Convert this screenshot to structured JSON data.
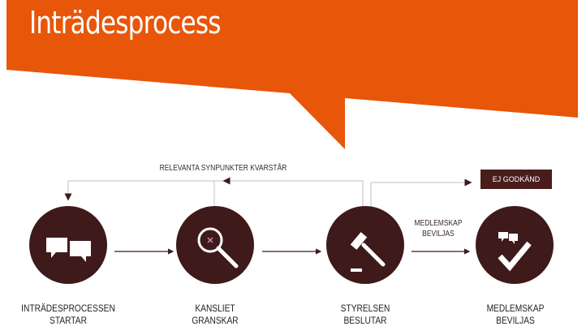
{
  "title": "Inträdesprocess",
  "colors": {
    "accent": "#e8560a",
    "circle": "#3f1a1a",
    "line": "#d9d4d4"
  },
  "feedback_label": "RELEVANTA SYNPUNKTER KVARSTÅR",
  "rejected_label": "EJ GODKÄND",
  "approved_arrow_label": [
    "MEDLEMSKAP",
    "BEVILJAS"
  ],
  "steps": [
    {
      "icon": "speech-bubbles-icon",
      "line1": "INTRÄDESPROCESSEN",
      "line2": "STARTAR"
    },
    {
      "icon": "magnifier-icon",
      "line1": "KANSLIET",
      "line2": "GRANSKAR"
    },
    {
      "icon": "gavel-icon",
      "line1": "STYRELSEN",
      "line2": "BESLUTAR"
    },
    {
      "icon": "checkmark-icon",
      "line1": "MEDLEMSKAP",
      "line2": "BEVILJAS"
    }
  ]
}
